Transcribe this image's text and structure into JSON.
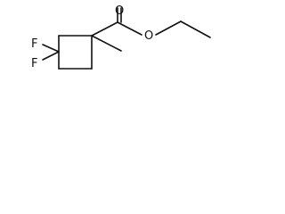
{
  "molecule": {
    "atom_labels": {
      "fluorine_top": "F",
      "fluorine_bottom": "F",
      "carbonyl_oxygen": "O",
      "ester_oxygen": "O"
    }
  }
}
